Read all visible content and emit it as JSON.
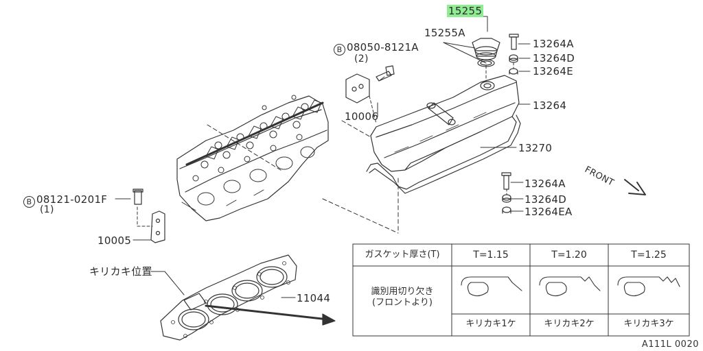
{
  "parts": {
    "p15255": "15255",
    "p15255a": "15255A",
    "p13264a_top": "13264A",
    "p13264d_top": "13264D",
    "p13264e": "13264E",
    "p13264": "13264",
    "p13270": "13270",
    "p10006": "10006",
    "bolt_top_code": "08050-8121A",
    "bolt_top_qty": "(2)",
    "bolt_left_code": "08121-0201F",
    "bolt_left_qty": "(1)",
    "bolt_marker": "B",
    "p10005": "10005",
    "p13264a_bot": "13264A",
    "p13264d_bot": "13264D",
    "p13264ea": "13264EA",
    "p11044": "11044",
    "notch_position": "キリカキ位置"
  },
  "front_label": "FRONT",
  "table": {
    "header_label": "ガスケット厚さ(T)",
    "thicknesses": [
      "T=1.15",
      "T=1.20",
      "T=1.25"
    ],
    "row_label_1": "識別用切り欠き",
    "row_label_2": "(フロントより)",
    "notch_names": [
      "キリカキ1ケ",
      "キリカキ2ケ",
      "キリカキ3ケ"
    ]
  },
  "diagram_code": "A111L 0020"
}
